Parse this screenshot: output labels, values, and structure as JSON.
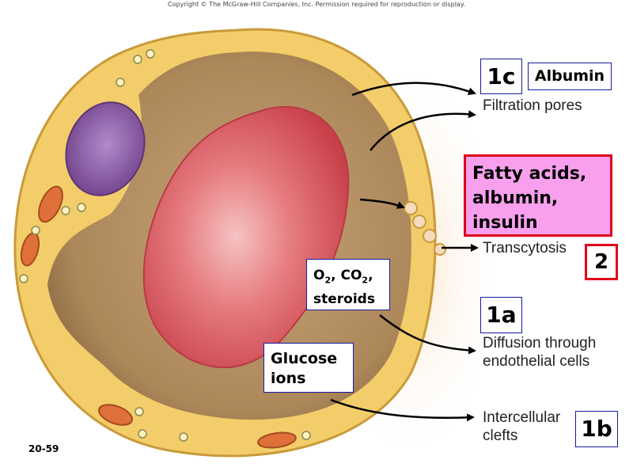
{
  "copyright": "Copyright © The McGraw-Hill Companies, Inc. Permission required for reproduction or display.",
  "figure_number": "20-59",
  "pathways": {
    "filtration": {
      "tag": "1c",
      "substance": "Albumin",
      "label": "Filtration pores"
    },
    "transcytosis": {
      "tag": "2",
      "substance_lines": [
        "Fatty acids,",
        "albumin,",
        "insulin"
      ],
      "label": "Transcytosis"
    },
    "diffusion": {
      "tag": "1a",
      "label_lines": [
        "Diffusion through",
        "endothelial cells"
      ]
    },
    "clefts": {
      "tag": "1b",
      "label_lines": [
        "Intercellular",
        "clefts"
      ]
    }
  },
  "solutes": {
    "gases_line1": [
      "O",
      "2",
      ", CO",
      "2",
      ","
    ],
    "gases_line2": "steroids",
    "glucose_lines": [
      "Glucose",
      "ions"
    ]
  },
  "colors": {
    "wall": "#f3cd69",
    "lumen": "#b79366",
    "rbc": "#d9535a",
    "nucleus": "#8c5fa8",
    "mitochondria": "#e0703a",
    "highlight_box": "#f8a0ee",
    "highlight_border": "#e0001a",
    "box_border": "#1a1aa0"
  }
}
